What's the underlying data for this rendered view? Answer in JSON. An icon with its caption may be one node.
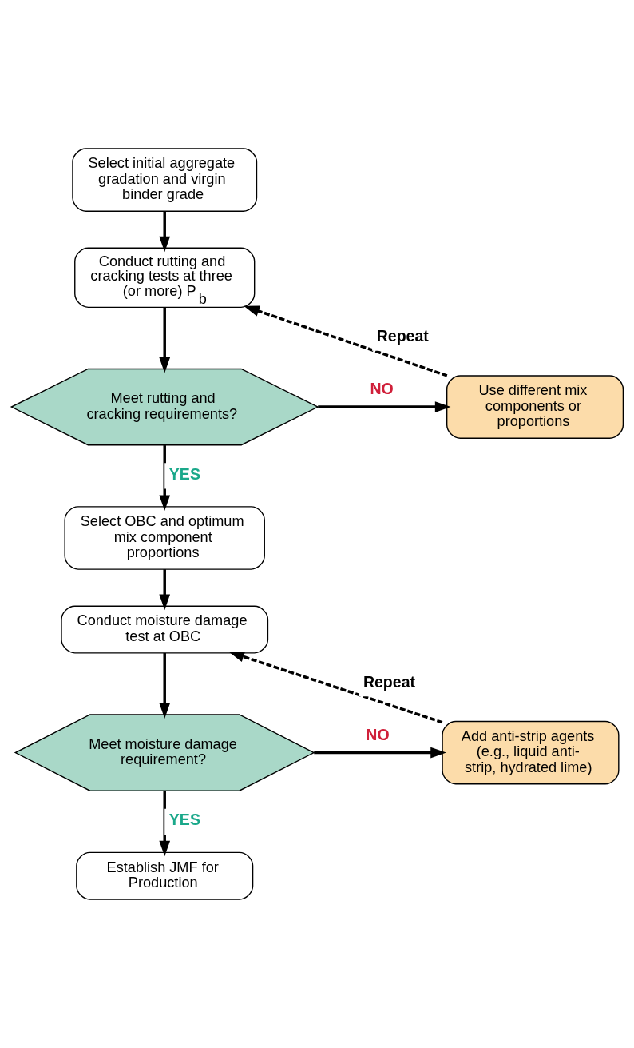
{
  "diagram": {
    "nodes": [
      {
        "text": [
          "Select initial aggregate gradation and virgin binder grade"
        ]
      },
      {
        "text": [
          "Conduct rutting and cracking tests at three (or more) P$_{b}$"
        ]
      },
      {
        "text": [
          "Meet rutting and cracking requirements?"
        ]
      },
      {
        "text": [
          "Use different mix components or proportions"
        ]
      },
      {
        "text": [
          "Select OBC and optimum mix component proportions"
        ]
      },
      {
        "text": [
          "Conduct moisture damage test at OBC"
        ]
      },
      {
        "text": [
          "Meet moisture damage requirement?"
        ]
      },
      {
        "text": [
          "Add anti-strip agents (e.g., liquid anti-strip, hydrated lime)"
        ]
      },
      {
        "text": [
          "Establish JMF for Production"
        ]
      }
    ],
    "edges": [
      {
        "from": 0,
        "to": 1,
        "arrow": "to"
      },
      {
        "from": 1,
        "to": 2,
        "arrow": "to"
      },
      {
        "from": 2,
        "to": 3,
        "arrow": "to",
        "label": "NO"
      },
      {
        "from": 3,
        "to": 1,
        "arrow": "to",
        "label": "Repeat",
        "style": "dashed"
      },
      {
        "from": 2,
        "to": 4,
        "arrow": "to",
        "label": "YES"
      },
      {
        "from": 4,
        "to": 5,
        "arrow": "to"
      },
      {
        "from": 5,
        "to": 6,
        "arrow": "to"
      },
      {
        "from": 6,
        "to": 7,
        "arrow": "to",
        "label": "NO"
      },
      {
        "from": 7,
        "to": 5,
        "arrow": "to",
        "label": "Repeat",
        "style": "dashed"
      },
      {
        "from": 6,
        "to": 8,
        "arrow": "to",
        "label": "YES"
      }
    ]
  }
}
